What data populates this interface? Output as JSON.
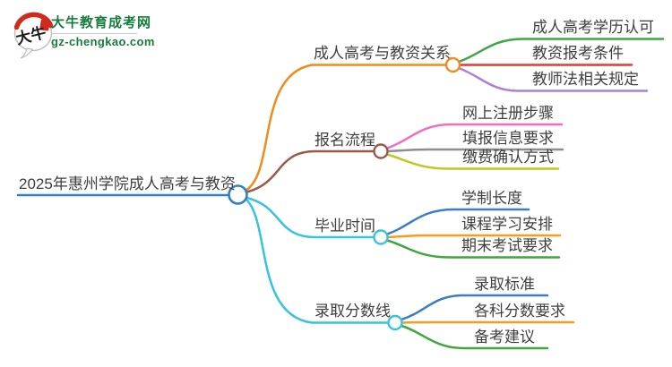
{
  "logo": {
    "mark_text": "大牛",
    "site_name": "大牛教育成考网",
    "site_url": "gz-chengkao.com",
    "brand_green": "#177c3c",
    "seal_red": "#cf2b1d",
    "bubble_outline": "#bdbdbd"
  },
  "colors": {
    "text": "#3f3f3f",
    "node_fill": "#ffffff"
  },
  "mindmap": {
    "root": {
      "label": "2025年惠州学院成人高考与教资",
      "color": "#3181c2"
    },
    "branches": [
      {
        "label": "成人高考与教资关系",
        "color": "#f28a1c",
        "children": [
          {
            "label": "成人高考学历认可",
            "color": "#3fa746"
          },
          {
            "label": "教资报考条件",
            "color": "#e23a36"
          },
          {
            "label": "教师法相关规定",
            "color": "#a981d6"
          }
        ]
      },
      {
        "label": "报名流程",
        "color": "#9a594b",
        "children": [
          {
            "label": "网上注册步骤",
            "color": "#f06ec2"
          },
          {
            "label": "填报信息要求",
            "color": "#8e8e8e"
          },
          {
            "label": "缴费确认方式",
            "color": "#bfc722"
          }
        ]
      },
      {
        "label": "毕业时间",
        "color": "#35c3df",
        "children": [
          {
            "label": "学制长度",
            "color": "#3c7ec6"
          },
          {
            "label": "课程学习安排",
            "color": "#f99c1b"
          },
          {
            "label": "期末考试要求",
            "color": "#41a63c"
          }
        ]
      },
      {
        "label": "录取分数线",
        "color": "#35c3df",
        "children": [
          {
            "label": "录取标准",
            "color": "#3c7ec6"
          },
          {
            "label": "各科分数要求",
            "color": "#f99c1b"
          },
          {
            "label": "备考建议",
            "color": "#41a63c"
          }
        ]
      }
    ]
  }
}
